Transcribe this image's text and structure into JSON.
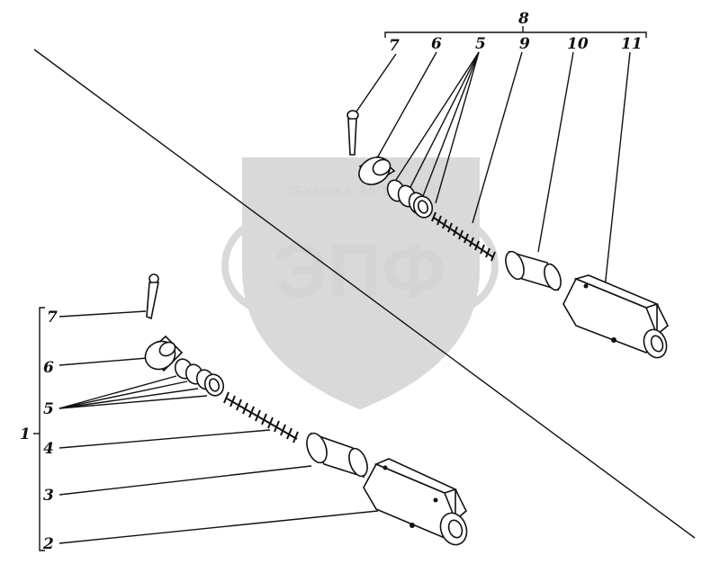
{
  "watermark": {
    "top_text": "ТЕХНИКА   ЗАПЧАСТИ",
    "logo_text": "ЭПФ",
    "color": "#d9d9d9"
  },
  "labels": {
    "upper_group": "8",
    "upper": {
      "cotter_pin": "7",
      "bushing": "6",
      "washers": "5",
      "spring": "9",
      "plunger": "10",
      "body": "11"
    },
    "lower_group": "1",
    "lower": {
      "cotter_pin": "7",
      "bushing": "6",
      "washers": "5",
      "spring": "4",
      "plunger": "3",
      "body": "2"
    }
  }
}
